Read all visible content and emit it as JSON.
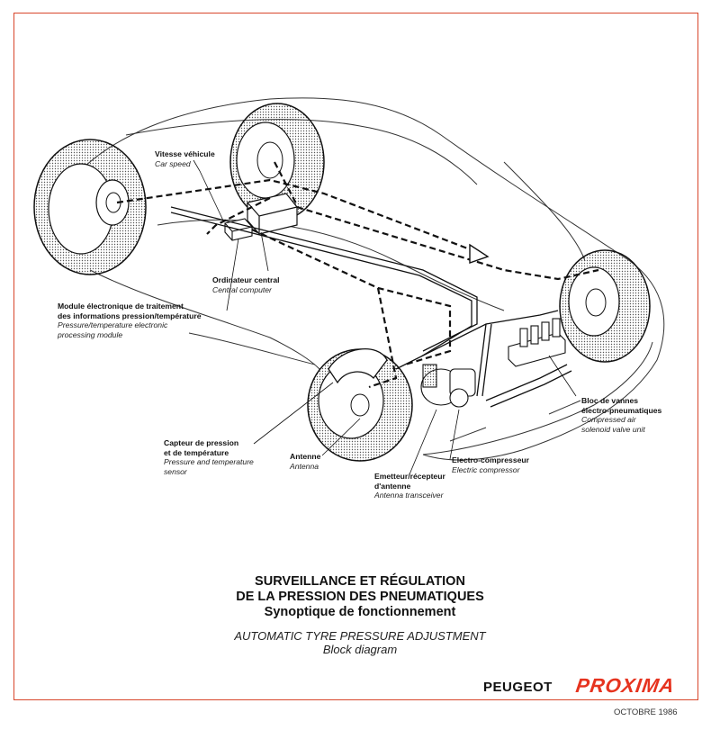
{
  "labels": {
    "vitesse": {
      "fr": "Vitesse véhicule",
      "en": "Car speed"
    },
    "ordinateur": {
      "fr": "Ordinateur central",
      "en": "Central computer"
    },
    "module": {
      "fr1": "Module électronique de traitement",
      "fr2": "des informations pression/température",
      "en1": "Pressure/temperature electronic",
      "en2": "processing module"
    },
    "capteur": {
      "fr1": "Capteur de pression",
      "fr2": "et de température",
      "en1": "Pressure and temperature",
      "en2": "sensor"
    },
    "antenne": {
      "fr": "Antenne",
      "en": "Antenna"
    },
    "emetteur": {
      "fr1": "Emetteur/récepteur",
      "fr2": "d'antenne",
      "en": "Antenna transceiver"
    },
    "compresseur": {
      "fr": "Electro-compresseur",
      "en": "Electric compressor"
    },
    "bloc": {
      "fr1": "Bloc de vannes",
      "fr2": "électro-pneumatiques",
      "en1": "Compressed air",
      "en2": "solenoid valve unit"
    }
  },
  "titles": {
    "fr1": "SURVEILLANCE ET RÉGULATION",
    "fr2": "DE LA PRESSION DES PNEUMATIQUES",
    "fr3": "Synoptique de fonctionnement",
    "en1": "AUTOMATIC TYRE PRESSURE ADJUSTMENT",
    "en2": "Block diagram"
  },
  "footer": {
    "brand": "PEUGEOT",
    "model": "PROXIMA",
    "date": "OCTOBRE 1986"
  },
  "colors": {
    "frame": "#d8462b",
    "proxima": "#e6331f"
  }
}
